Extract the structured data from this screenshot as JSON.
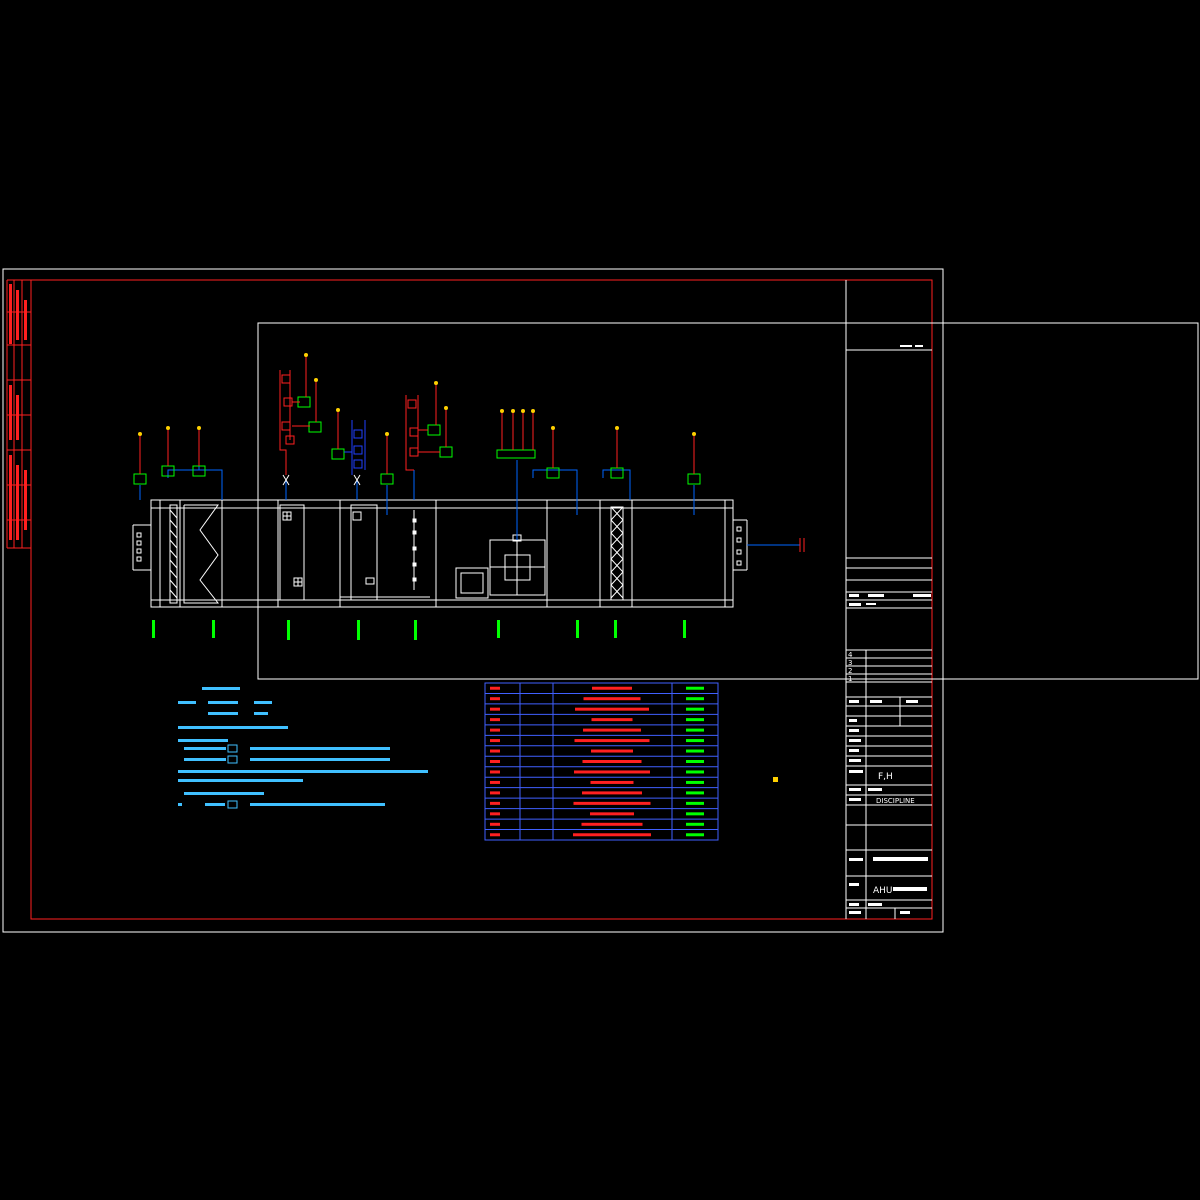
{
  "title_block": {
    "stamp_label": "",
    "project_name": "",
    "drawing_title": "AHU",
    "drawing_no": "",
    "designer": "F,H",
    "discipline": "DISCIPLINE",
    "revisions": [
      "4",
      "3",
      "2",
      "1"
    ]
  },
  "colors": {
    "frame": "#ff2020",
    "outer_frame": "#ffffff",
    "unit_outline": "#ffffff",
    "duct": "#0066ff",
    "device": "#00ff00",
    "pipe_red": "#ff2020",
    "pipe_blue": "#2040ff",
    "label_green": "#00ff00",
    "table_border": "#4060ff",
    "text_cyan": "#40c0ff",
    "accent_yellow": "#ffd000"
  },
  "legend_table_rows": 15,
  "notes_lines": 10
}
